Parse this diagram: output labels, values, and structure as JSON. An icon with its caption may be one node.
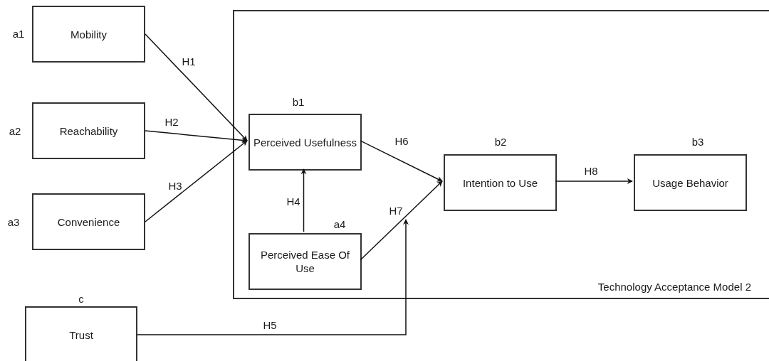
{
  "diagram": {
    "nodes": [
      {
        "text": [
          "Mobility"
        ],
        "beside": [
          "a1"
        ]
      },
      {
        "text": [
          "Reachability"
        ],
        "beside": [
          "a2"
        ]
      },
      {
        "text": [
          "Convenience"
        ],
        "beside": [
          "a3"
        ]
      },
      {
        "text": [
          "Technology Acceptance Model 2"
        ]
      },
      {
        "text": [
          "Perceived Usefulness"
        ],
        "beside": [
          "b1"
        ],
        "in": 3
      },
      {
        "text": [
          "Perceived Ease Of Use"
        ],
        "beside": [
          "a4"
        ],
        "in": 3
      },
      {
        "text": [
          "Intention to Use"
        ],
        "beside": [
          "b2"
        ],
        "in": 3
      },
      {
        "text": [
          "Usage Behavior"
        ],
        "beside": [
          "b3"
        ],
        "in": 3
      },
      {
        "text": [
          "Trust"
        ],
        "beside": [
          "c"
        ]
      }
    ],
    "edges": [
      {
        "from": 0,
        "to": 4,
        "arrow": "to",
        "label": "H1"
      },
      {
        "from": 1,
        "to": 4,
        "arrow": "to",
        "label": "H2"
      },
      {
        "from": 2,
        "to": 4,
        "arrow": "to",
        "label": "H3"
      },
      {
        "from": 5,
        "to": 4,
        "arrow": "to",
        "label": "H4"
      },
      {
        "from": 8,
        "to": null,
        "arrow": "to",
        "label": "H5"
      },
      {
        "from": 4,
        "to": 6,
        "arrow": "to",
        "label": "H6"
      },
      {
        "from": 5,
        "to": 6,
        "arrow": "to",
        "label": "H7"
      },
      {
        "from": 6,
        "to": 7,
        "arrow": "to",
        "label": "H8"
      }
    ]
  }
}
